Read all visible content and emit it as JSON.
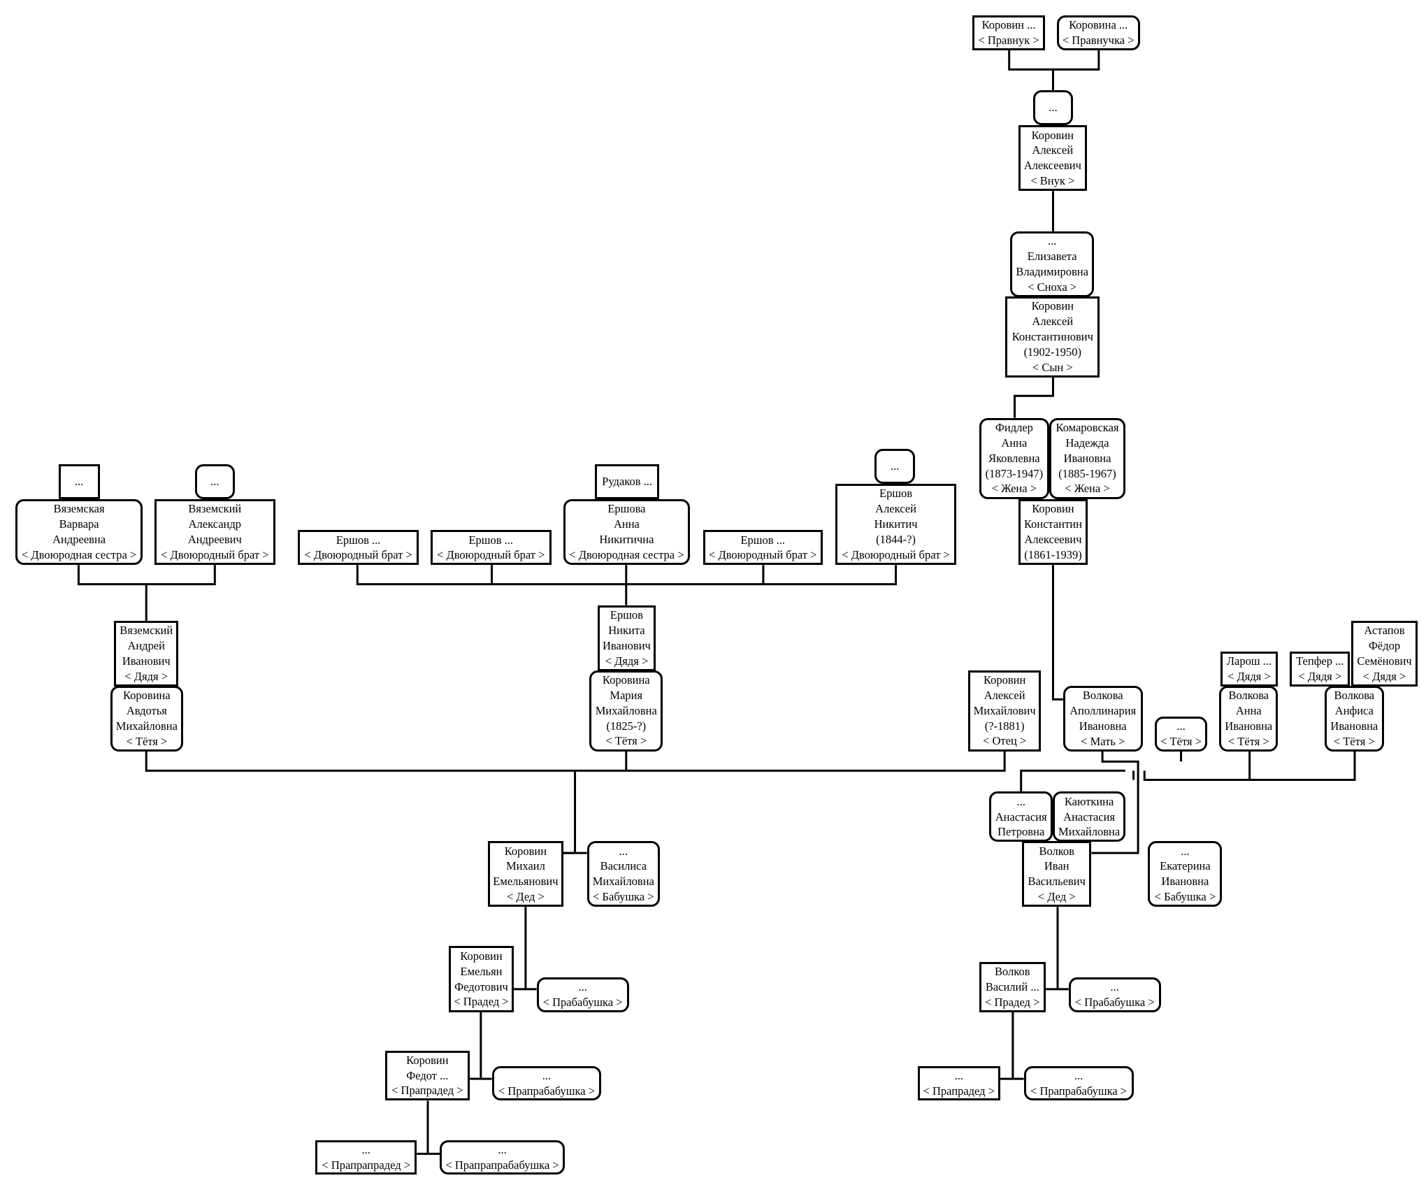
{
  "persons": [
    {
      "id": "pravnuk",
      "female": false,
      "lines": [
        "Коровин ...",
        "< Правнук >"
      ]
    },
    {
      "id": "pravnuchka",
      "female": true,
      "lines": [
        "Коровина ...",
        "< Правнучка >"
      ]
    },
    {
      "id": "vnuk_wife",
      "female": true,
      "lines": [
        "..."
      ]
    },
    {
      "id": "vnuk",
      "female": false,
      "lines": [
        "Коровин",
        "Алексей",
        "Алексеевич",
        "< Внук >"
      ]
    },
    {
      "id": "snokha",
      "female": true,
      "lines": [
        "...",
        "Елизавета",
        "Владимировна",
        "< Сноха >"
      ]
    },
    {
      "id": "syn",
      "female": false,
      "lines": [
        "Коровин",
        "Алексей",
        "Константинович",
        "(1902-1950)",
        "< Сын >"
      ]
    },
    {
      "id": "zhena1",
      "female": true,
      "lines": [
        "Фидлер",
        "Анна",
        "Яковлевна",
        "(1873-1947)",
        "< Жена >"
      ]
    },
    {
      "id": "zhena2",
      "female": true,
      "lines": [
        "Комаровская",
        "Надежда",
        "Ивановна",
        "(1885-1967)",
        "< Жена >"
      ]
    },
    {
      "id": "self",
      "female": false,
      "lines": [
        "Коровин",
        "Константин",
        "Алексеевич",
        "(1861-1939)"
      ]
    },
    {
      "id": "otec",
      "female": false,
      "lines": [
        "Коровин",
        "Алексей",
        "Михайлович",
        "(?-1881)",
        "< Отец >"
      ]
    },
    {
      "id": "mat",
      "female": true,
      "lines": [
        "Волкова",
        "Аполлинария",
        "Ивановна",
        "< Мать >"
      ]
    },
    {
      "id": "vyaz_sp",
      "female": false,
      "lines": [
        "..."
      ]
    },
    {
      "id": "vyaz_alex_sp",
      "female": true,
      "lines": [
        "..."
      ]
    },
    {
      "id": "vyaz_varvara",
      "female": true,
      "lines": [
        "Вяземская",
        "Варвара",
        "Андреевна",
        "< Двоюродная сестра >"
      ]
    },
    {
      "id": "vyaz_alex",
      "female": false,
      "lines": [
        "Вяземский",
        "Александр",
        "Андреевич",
        "< Двоюродный брат >"
      ]
    },
    {
      "id": "vyaz_andrey",
      "female": false,
      "lines": [
        "Вяземский",
        "Андрей",
        "Иванович",
        "< Дядя >"
      ]
    },
    {
      "id": "avdotya",
      "female": true,
      "lines": [
        "Коровина",
        "Авдотья",
        "Михайловна",
        "< Тётя >"
      ]
    },
    {
      "id": "ersh1",
      "female": false,
      "lines": [
        "Ершов ...",
        "< Двоюродный брат >"
      ]
    },
    {
      "id": "ersh2",
      "female": false,
      "lines": [
        "Ершов ...",
        "< Двоюродный брат >"
      ]
    },
    {
      "id": "rudakov",
      "female": false,
      "lines": [
        "Рудаков ..."
      ]
    },
    {
      "id": "ershova_anna",
      "female": true,
      "lines": [
        "Ершова",
        "Анна",
        "Никитична",
        "< Двоюродная сестра >"
      ]
    },
    {
      "id": "ersh3",
      "female": false,
      "lines": [
        "Ершов ...",
        "< Двоюродный брат >"
      ]
    },
    {
      "id": "ersh_alex_sp",
      "female": true,
      "lines": [
        "..."
      ]
    },
    {
      "id": "ersh_alex",
      "female": false,
      "lines": [
        "Ершов",
        "Алексей",
        "Никитич",
        "(1844-?)",
        "< Двоюродный брат >"
      ]
    },
    {
      "id": "ersh_nikita",
      "female": false,
      "lines": [
        "Ершов",
        "Никита",
        "Иванович",
        "< Дядя >"
      ]
    },
    {
      "id": "maria",
      "female": true,
      "lines": [
        "Коровина",
        "Мария",
        "Михайловна",
        "(1825-?)",
        "< Тётя >"
      ]
    },
    {
      "id": "tetya_unk",
      "female": true,
      "lines": [
        "...",
        "< Тётя >"
      ]
    },
    {
      "id": "larosh",
      "female": false,
      "lines": [
        "Ларош ...",
        "< Дядя >"
      ]
    },
    {
      "id": "volkova_anna",
      "female": true,
      "lines": [
        "Волкова",
        "Анна",
        "Ивановна",
        "< Тётя >"
      ]
    },
    {
      "id": "tepfer",
      "female": false,
      "lines": [
        "Тепфер ...",
        "< Дядя >"
      ]
    },
    {
      "id": "astapov",
      "female": false,
      "lines": [
        "Астапов",
        "Фёдор",
        "Семёнович",
        "< Дядя >"
      ]
    },
    {
      "id": "volkova_anfisa",
      "female": true,
      "lines": [
        "Волкова",
        "Анфиса",
        "Ивановна",
        "< Тётя >"
      ]
    },
    {
      "id": "ded_k",
      "female": false,
      "lines": [
        "Коровин",
        "Михаил",
        "Емельянович",
        "< Дед >"
      ]
    },
    {
      "id": "bab_k",
      "female": true,
      "lines": [
        "...",
        "Василиса",
        "Михайловна",
        "< Бабушка >"
      ]
    },
    {
      "id": "anastasia_p",
      "female": true,
      "lines": [
        "...",
        "Анастасия",
        "Петровна"
      ]
    },
    {
      "id": "kaotkina",
      "female": true,
      "lines": [
        "Каюткина",
        "Анастасия",
        "Михайловна"
      ]
    },
    {
      "id": "ded_v",
      "female": false,
      "lines": [
        "Волков",
        "Иван",
        "Васильевич",
        "< Дед >"
      ]
    },
    {
      "id": "bab_v",
      "female": true,
      "lines": [
        "...",
        "Екатерина",
        "Ивановна",
        "< Бабушка >"
      ]
    },
    {
      "id": "praded_k",
      "female": false,
      "lines": [
        "Коровин",
        "Емельян",
        "Федотович",
        "< Прадед >"
      ]
    },
    {
      "id": "prabab_k",
      "female": true,
      "lines": [
        "...",
        "< Прабабушка >"
      ]
    },
    {
      "id": "praded_v",
      "female": false,
      "lines": [
        "Волков",
        "Василий ...",
        "< Прадед >"
      ]
    },
    {
      "id": "prabab_v",
      "female": true,
      "lines": [
        "...",
        "< Прабабушка >"
      ]
    },
    {
      "id": "prapraded_k",
      "female": false,
      "lines": [
        "Коровин",
        "Федот ...",
        "< Прапрадед >"
      ]
    },
    {
      "id": "praprabab_k",
      "female": true,
      "lines": [
        "...",
        "< Прапрабабушка >"
      ]
    },
    {
      "id": "prapraded_v",
      "female": false,
      "lines": [
        "...",
        "< Прапрадед >"
      ]
    },
    {
      "id": "praprabab_v",
      "female": true,
      "lines": [
        "...",
        "< Прапрабабушка >"
      ]
    },
    {
      "id": "praprapraded",
      "female": false,
      "lines": [
        "...",
        "< Прапрапрадед >"
      ]
    },
    {
      "id": "prapraprabab",
      "female": true,
      "lines": [
        "...",
        "< Прапрапрабабушка >"
      ]
    }
  ]
}
